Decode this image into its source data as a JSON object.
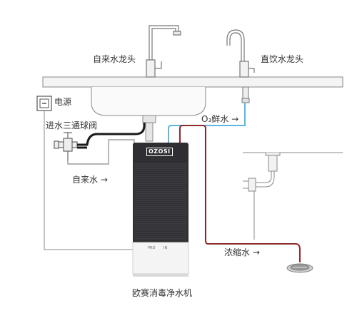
{
  "labels": {
    "tap_faucet": "自来水龙头",
    "direct_faucet": "直饮水龙头",
    "power": "电源",
    "inlet_valve": "进水三通球阀",
    "tap_water": "自来水 →",
    "ozone_water": "O₃鲜水 →",
    "concentrate_water": "浓缩水 →",
    "product_name": "欧赛消毒净水机"
  },
  "device": {
    "brand": "OZOSI",
    "port_left": "PRO",
    "port_right": "IN"
  },
  "colors": {
    "line_gray": "#8a8a8a",
    "ozone_line": "#5bb6e0",
    "concentrate_line": "#8b2b2b",
    "inlet_line": "#1a1a1a",
    "device_body": "#2f2f33",
    "text": "#333333"
  }
}
